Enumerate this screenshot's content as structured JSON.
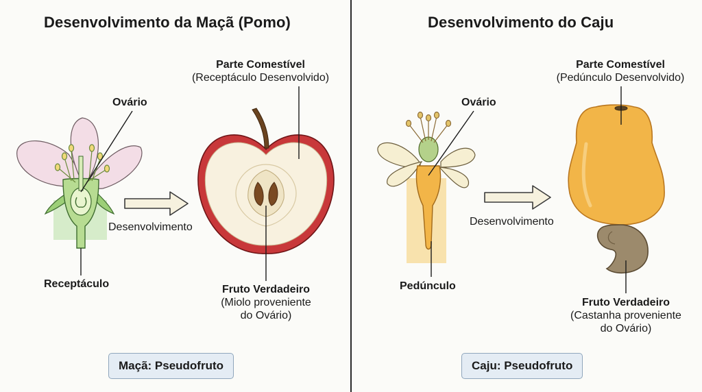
{
  "apple": {
    "title": "Desenvolvimento da Maçã (Pomo)",
    "ovary_label": "Ovário",
    "receptacle_label": "Receptáculo",
    "arrow_label": "Desenvolvimento",
    "edible_title": "Parte Comestível",
    "edible_sub": "(Receptáculo Desenvolvido)",
    "true_fruit_title": "Fruto Verdadeiro",
    "true_fruit_sub1": "(Miolo proveniente",
    "true_fruit_sub2": "do Ovário)",
    "badge": "Maçã: Pseudofruto"
  },
  "cashew": {
    "title": "Desenvolvimento do Caju",
    "ovary_label": "Ovário",
    "peduncle_label": "Pedúnculo",
    "arrow_label": "Desenvolvimento",
    "edible_title": "Parte Comestível",
    "edible_sub": "(Pedúnculo Desenvolvido)",
    "true_fruit_title": "Fruto Verdadeiro",
    "true_fruit_sub1": "(Castanha proveniente",
    "true_fruit_sub2": "do Ovário)",
    "badge": "Caju: Pseudofruto"
  },
  "colors": {
    "apple_skin": "#c8383a",
    "apple_flesh": "#f8f1df",
    "petal_pink": "#f3dde6",
    "receptacle_green": "#cfe9c2",
    "cashew_fruit": "#f2b548",
    "cashew_nut": "#9c8a6c",
    "peduncle_highlight": "#f7dc9a",
    "badge_bg": "#e4ecf4"
  }
}
